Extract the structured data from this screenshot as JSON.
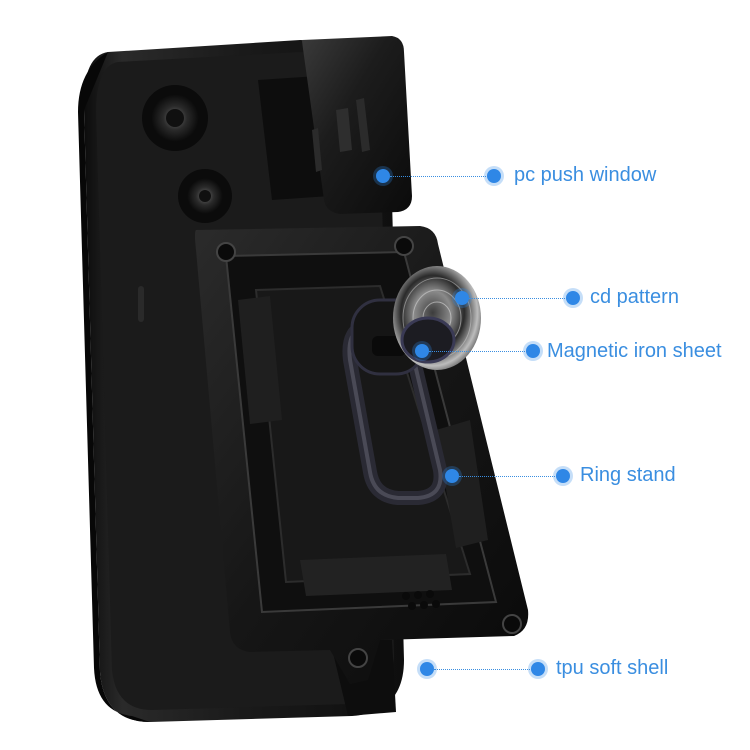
{
  "callouts": [
    {
      "label": "pc push window"
    },
    {
      "label": "cd pattern"
    },
    {
      "label": "Magnetic iron sheet"
    },
    {
      "label": "Ring stand"
    },
    {
      "label": "tpu soft shell"
    }
  ],
  "colors": {
    "accent": "#2f87e6",
    "case_black": "#141414",
    "case_dark": "#1f1f1f",
    "ring_metal": "#9a9aa0"
  }
}
